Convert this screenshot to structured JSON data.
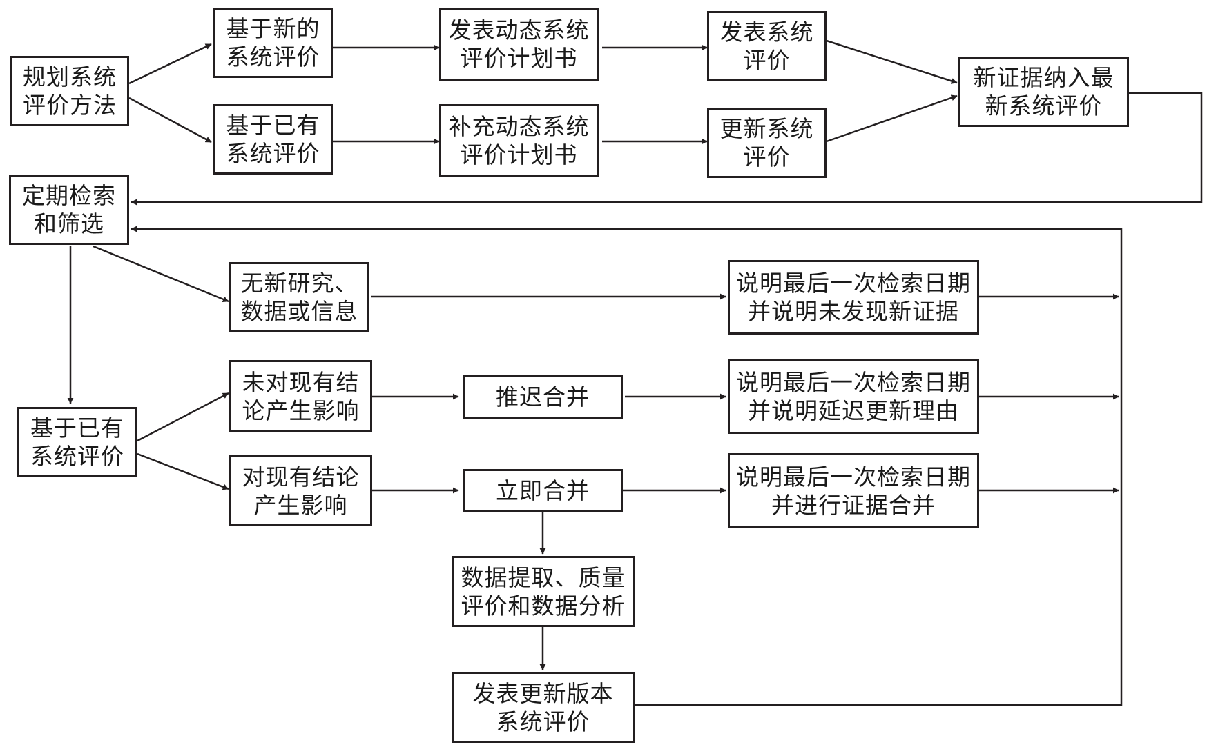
{
  "diagram": {
    "nodes": {
      "plan": "规划系统\n评价方法",
      "new_sr": "基于新的\n系统评价",
      "existing_sr_top": "基于已有\n系统评价",
      "publish_protocol": "发表动态系统\n评价计划书",
      "supplement_protocol": "补充动态系统\n评价计划书",
      "publish_sr": "发表系统\n评价",
      "update_sr": "更新系统\n评价",
      "new_evidence": "新证据纳入最\n新系统评价",
      "periodic_search": "定期检索\n和筛选",
      "no_new_study": "无新研究、\n数据或信息",
      "explain_no_new": "说明最后一次检索日期\n并说明未发现新证据",
      "existing_sr_bottom": "基于已有\n系统评价",
      "no_impact": "未对现有结\n论产生影响",
      "postpone_merge": "推迟合并",
      "explain_postpone": "说明最后一次检索日期\n并说明延迟更新理由",
      "impact": "对现有结论\n产生影响",
      "immediate_merge": "立即合并",
      "explain_merge": "说明最后一次检索日期\n并进行证据合并",
      "data_analysis": "数据提取、质量\n评价和数据分析",
      "publish_updated": "发表更新版本\n系统评价"
    },
    "colors": {
      "stroke": "#231f20",
      "text": "#1a1a1a"
    }
  }
}
